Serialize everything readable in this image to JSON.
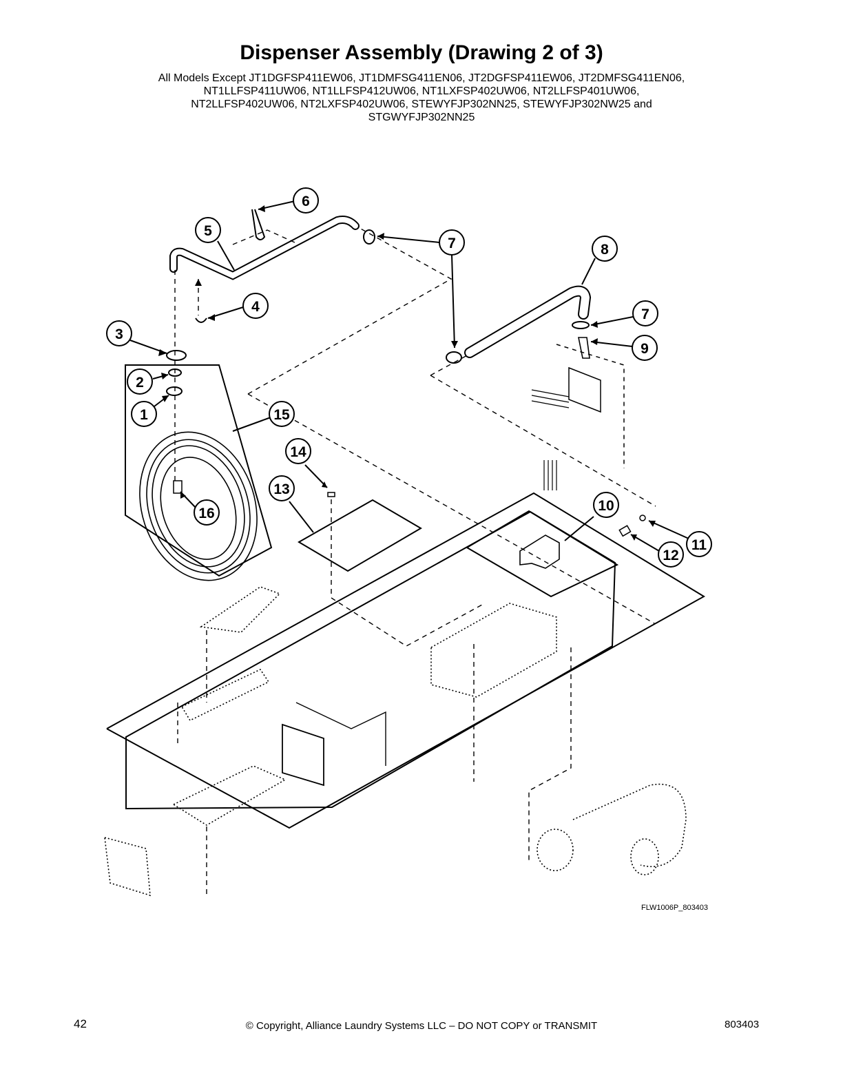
{
  "page": {
    "title": "Dispenser Assembly (Drawing 2 of 3)",
    "subtitle_lines": [
      "All Models Except JT1DGFSP411EW06, JT1DMFSG411EN06, JT2DGFSP411EW06, JT2DMFSG411EN06,",
      "NT1LLFSP411UW06, NT1LLFSP412UW06, NT1LXFSP402UW06, NT2LLFSP401UW06,",
      "NT2LLFSP402UW06, NT2LXFSP402UW06, STEWYFJP302NN25, STEWYFJP302NW25 and",
      "STGWYFJP302NN25"
    ],
    "figure_code": "FLW1006P_803403",
    "footer": {
      "page_number": "42",
      "copyright": "© Copyright, Alliance Laundry Systems LLC – DO NOT COPY or TRANSMIT",
      "doc_number": "803403"
    }
  },
  "diagram": {
    "callouts": [
      "1",
      "2",
      "3",
      "4",
      "5",
      "6",
      "7",
      "7",
      "8",
      "9",
      "10",
      "11",
      "12",
      "13",
      "14",
      "15",
      "16"
    ],
    "line_color": "#000000"
  }
}
